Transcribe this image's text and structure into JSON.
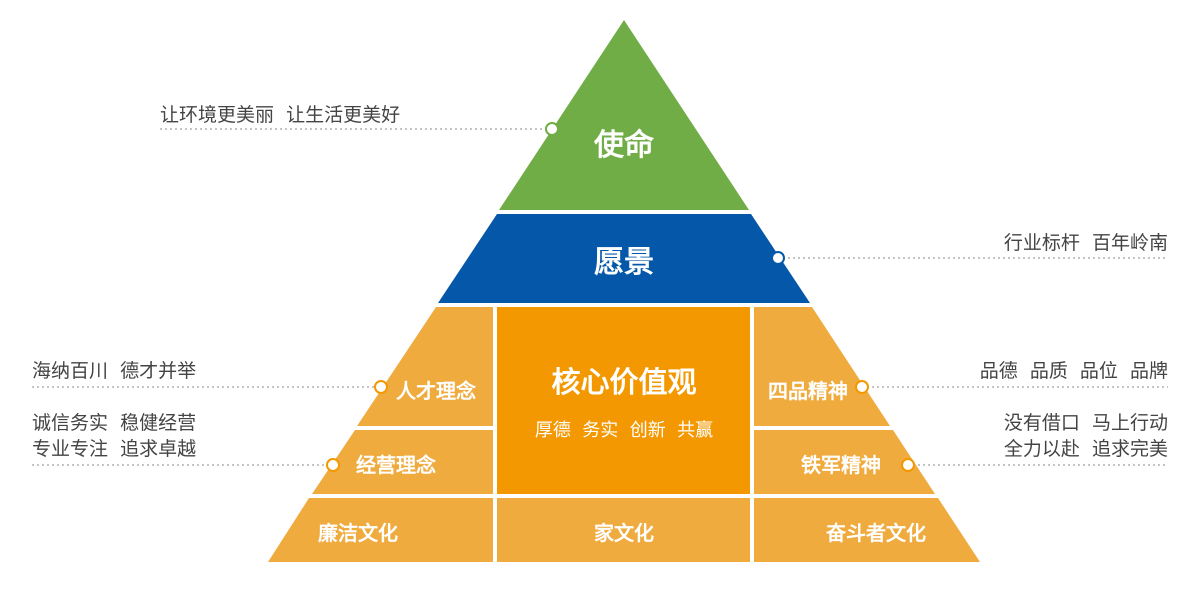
{
  "pyramid": {
    "mission": {
      "label": "使命",
      "color": "#71AD47"
    },
    "vision": {
      "label": "愿景",
      "color": "#0558A9"
    },
    "core": {
      "title": "核心价值观",
      "subtitle": "厚德  务实  创新  共赢",
      "color": "#F39800"
    },
    "segment_color": "#F0AB3F",
    "left": {
      "talent": "人才理念",
      "business": "经营理念",
      "integrity": "廉洁文化"
    },
    "right": {
      "four_qualities": "四品精神",
      "iron_army": "铁军精神",
      "struggle": "奋斗者文化"
    },
    "bottom_center": "家文化"
  },
  "annotations": {
    "mission": "让环境更美丽  让生活更美好",
    "vision": "行业标杆  百年岭南",
    "talent": "海纳百川  德才并举",
    "business_line1": "诚信务实  稳健经营",
    "business_line2": "专业专注  追求卓越",
    "four_qualities": "品德  品质  品位  品牌",
    "iron_army_line1": "没有借口  马上行动",
    "iron_army_line2": "全力以赴  追求完美"
  }
}
